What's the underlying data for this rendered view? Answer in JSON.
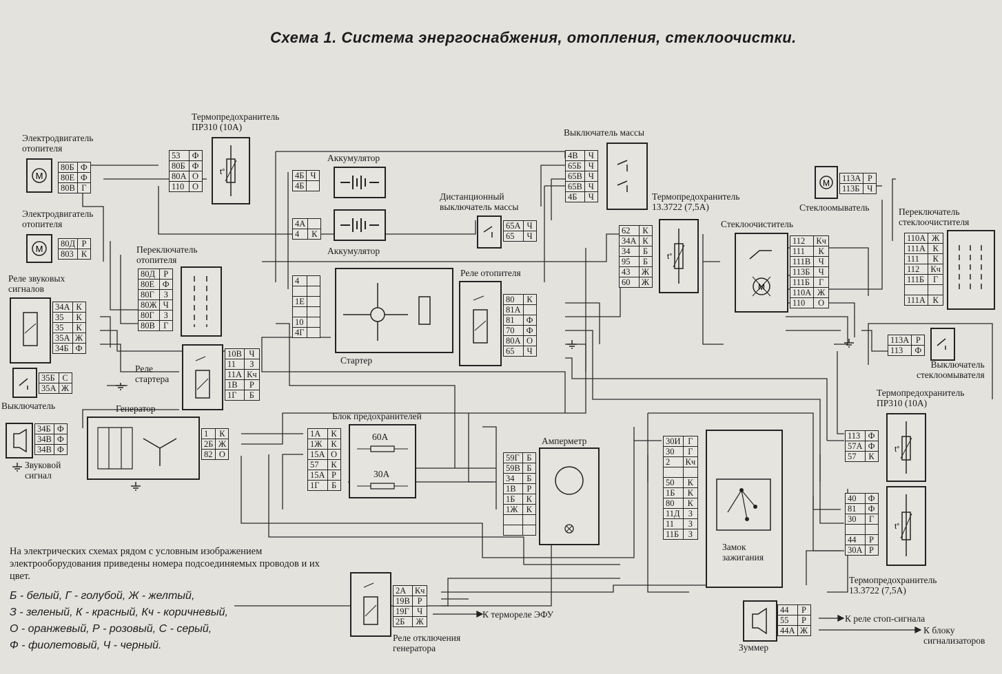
{
  "title": "Схема 1. Система энергоснабжения, отопления, стеклоочистки.",
  "labels": {
    "thermo_fuse_1": "Термопредохранитель\nПР310 (10А)",
    "heater_motor_1": "Электродвигатель\nотопителя",
    "heater_motor_2": "Электродвигатель\nотопителя",
    "battery_1": "Аккумулятор",
    "battery_2": "Аккумулятор",
    "mass_switch": "Выключатель массы",
    "remote_mass_switch": "Дистанционный\nвыключатель массы",
    "thermo_fuse_2": "Термопредохранитель\n13.3722 (7,5А)",
    "washer": "Стеклоомыватель",
    "wiper": "Стеклоочиститель",
    "wiper_switch": "Переключатель\nстеклоочистителя",
    "heater_switch": "Переключатель\nотопителя",
    "horn_relay": "Реле звуковых\nсигналов",
    "starter": "Стартер",
    "heater_relay": "Реле отопителя",
    "starter_relay": "Реле\nстартера",
    "switch": "Выключатель",
    "generator": "Генератор",
    "fuse_block": "Блок предохранителей",
    "ammeter": "Амперметр",
    "washer_switch": "Выключатель\nстеклоомывателя",
    "thermo_fuse_3": "Термопредохранитель\nПР310 (10А)",
    "horn": "Звуковой\nсигнал",
    "ignition": "Замок\nзажигания",
    "thermo_fuse_4": "Термопредохранитель\n13.3722 (7,5А)",
    "gen_off_relay": "Реле отключения\nгенератора",
    "to_efu": "К термореле ЭФУ",
    "buzzer": "Зуммер",
    "to_stop": "К реле стоп-сигнала",
    "to_signal": "К блоку\nсигнализаторов",
    "fuse_60": "60А",
    "fuse_30": "30А"
  },
  "note": "На электрических схемах рядом с условным изображением электрооборудования приведены номера подсоединяемых проводов и их цвет.",
  "legend": [
    "Б - белый, Г - голубой, Ж - желтый,",
    "З - зеленый, К - красный, Кч - коричневый,",
    "О - оранжевый, Р - розовый, С - серый,",
    "Ф - фиолетовый, Ч - черный."
  ],
  "connectors": {
    "heater_motor_1": [
      [
        "80Б",
        "Ф"
      ],
      [
        "80Е",
        "Ф"
      ],
      [
        "80В",
        "Г"
      ]
    ],
    "thermo_fuse_1": [
      [
        "53",
        "Ф"
      ],
      [
        "80Б",
        "Ф"
      ],
      [
        "80А",
        "О"
      ],
      [
        "110",
        "О"
      ]
    ],
    "heater_motor_2": [
      [
        "80Д",
        "Р"
      ],
      [
        "803",
        "К"
      ]
    ],
    "battery_1": [
      [
        "4Б",
        "Ч"
      ],
      [
        "4Б",
        ""
      ]
    ],
    "battery_2": [
      [
        "4А",
        ""
      ],
      [
        "4",
        "К"
      ]
    ],
    "mass_switch": [
      [
        "4В",
        "Ч"
      ],
      [
        "65Б",
        "Ч"
      ],
      [
        "65В",
        "Ч"
      ],
      [
        "65В",
        "Ч"
      ],
      [
        "4Б",
        "Ч"
      ]
    ],
    "remote_mass_switch": [
      [
        "65А",
        "Ч"
      ],
      [
        "65",
        "Ч"
      ]
    ],
    "thermo_fuse_2": [
      [
        "62",
        "К"
      ],
      [
        "34А",
        "К"
      ],
      [
        "34",
        "Б"
      ],
      [
        "95",
        "Б"
      ],
      [
        "43",
        "Ж"
      ],
      [
        "60",
        "Ж"
      ]
    ],
    "washer": [
      [
        "113А",
        "Р"
      ],
      [
        "113Б",
        "Ч"
      ]
    ],
    "wiper": [
      [
        "112",
        "Кч"
      ],
      [
        "111",
        "К"
      ],
      [
        "111В",
        "Ч"
      ],
      [
        "113Б",
        "Ч"
      ],
      [
        "111Б",
        "Г"
      ],
      [
        "110А",
        "Ж"
      ],
      [
        "110",
        "О"
      ]
    ],
    "wiper_switch": [
      [
        "110А",
        "Ж"
      ],
      [
        "111А",
        "К"
      ],
      [
        "111",
        "К"
      ],
      [
        "112",
        "Кч"
      ],
      [
        "111Б",
        "Г"
      ],
      [
        "",
        ""
      ],
      [
        "111А",
        "К"
      ]
    ],
    "heater_switch": [
      [
        "80Д",
        "Р"
      ],
      [
        "80Е",
        "Ф"
      ],
      [
        "80Г",
        "З"
      ],
      [
        "80Ж",
        "Ч"
      ],
      [
        "80Г",
        "З"
      ],
      [
        "80В",
        "Г"
      ]
    ],
    "horn_relay": [
      [
        "34А",
        "К"
      ],
      [
        "35",
        "К"
      ],
      [
        "35",
        "К"
      ],
      [
        "35А",
        "Ж"
      ],
      [
        "34Б",
        "Ф"
      ]
    ],
    "starter": [
      [
        "4",
        ""
      ],
      [
        "",
        ""
      ],
      [
        "1Е",
        ""
      ],
      [
        "",
        ""
      ],
      [
        "10",
        ""
      ],
      [
        "4Г",
        ""
      ]
    ],
    "heater_relay": [
      [
        "80",
        "К"
      ],
      [
        "81А",
        ""
      ],
      [
        "81",
        "Ф"
      ],
      [
        "70",
        "Ф"
      ],
      [
        "80А",
        "О"
      ],
      [
        "65",
        "Ч"
      ]
    ],
    "starter_relay": [
      [
        "10В",
        "Ч"
      ],
      [
        "11",
        "З"
      ],
      [
        "11А",
        "Кч"
      ],
      [
        "1В",
        "Р"
      ],
      [
        "1Г",
        "Б"
      ]
    ],
    "switch": [
      [
        "35Б",
        "С"
      ],
      [
        "35А",
        "Ж"
      ]
    ],
    "washer_switch": [
      [
        "113А",
        "Р"
      ],
      [
        "113",
        "Ф"
      ]
    ],
    "horn": [
      [
        "34Б",
        "Ф"
      ],
      [
        "34В",
        "Ф"
      ],
      [
        "34В",
        "Ф"
      ]
    ],
    "generator": [
      [
        "1",
        "К"
      ],
      [
        "2Б",
        "Ж"
      ],
      [
        "82",
        "О"
      ]
    ],
    "fuse_block": [
      [
        "1А",
        "К"
      ],
      [
        "1Ж",
        "К"
      ],
      [
        "15А",
        "О"
      ],
      [
        "57",
        "К"
      ],
      [
        "15А",
        "Р"
      ],
      [
        "1Г",
        "Б"
      ]
    ],
    "ammeter": [
      [
        "59Г",
        "Б"
      ],
      [
        "59В",
        "Б"
      ],
      [
        "34",
        "Б"
      ],
      [
        "1В",
        "Р"
      ],
      [
        "1Б",
        "К"
      ],
      [
        "1Ж",
        "К"
      ],
      [
        "",
        ""
      ],
      [
        "",
        ""
      ]
    ],
    "ignition": [
      [
        "30И",
        "Г"
      ],
      [
        "30",
        "Г"
      ],
      [
        "2",
        "Кч"
      ],
      [
        "",
        ""
      ],
      [
        "50",
        "К"
      ],
      [
        "1Б",
        "К"
      ],
      [
        "80",
        "К"
      ],
      [
        "11Д",
        "З"
      ],
      [
        "11",
        "З"
      ],
      [
        "11Б",
        "З"
      ]
    ],
    "thermo_fuse_3": [
      [
        "113",
        "Ф"
      ],
      [
        "57А",
        "Ф"
      ],
      [
        "57",
        "К"
      ]
    ],
    "thermo_fuse_4": [
      [
        "40",
        "Ф"
      ],
      [
        "81",
        "Ф"
      ],
      [
        "30",
        "Г"
      ],
      [
        "",
        ""
      ],
      [
        "44",
        "Р"
      ],
      [
        "30А",
        "Р"
      ]
    ],
    "gen_off_relay": [
      [
        "2А",
        "Кч"
      ],
      [
        "19В",
        "Р"
      ],
      [
        "19Г",
        "Ч"
      ],
      [
        "2Б",
        "Ж"
      ]
    ],
    "buzzer": [
      [
        "44",
        "Р"
      ],
      [
        "55",
        "Р"
      ],
      [
        "44А",
        "Ж"
      ]
    ]
  }
}
